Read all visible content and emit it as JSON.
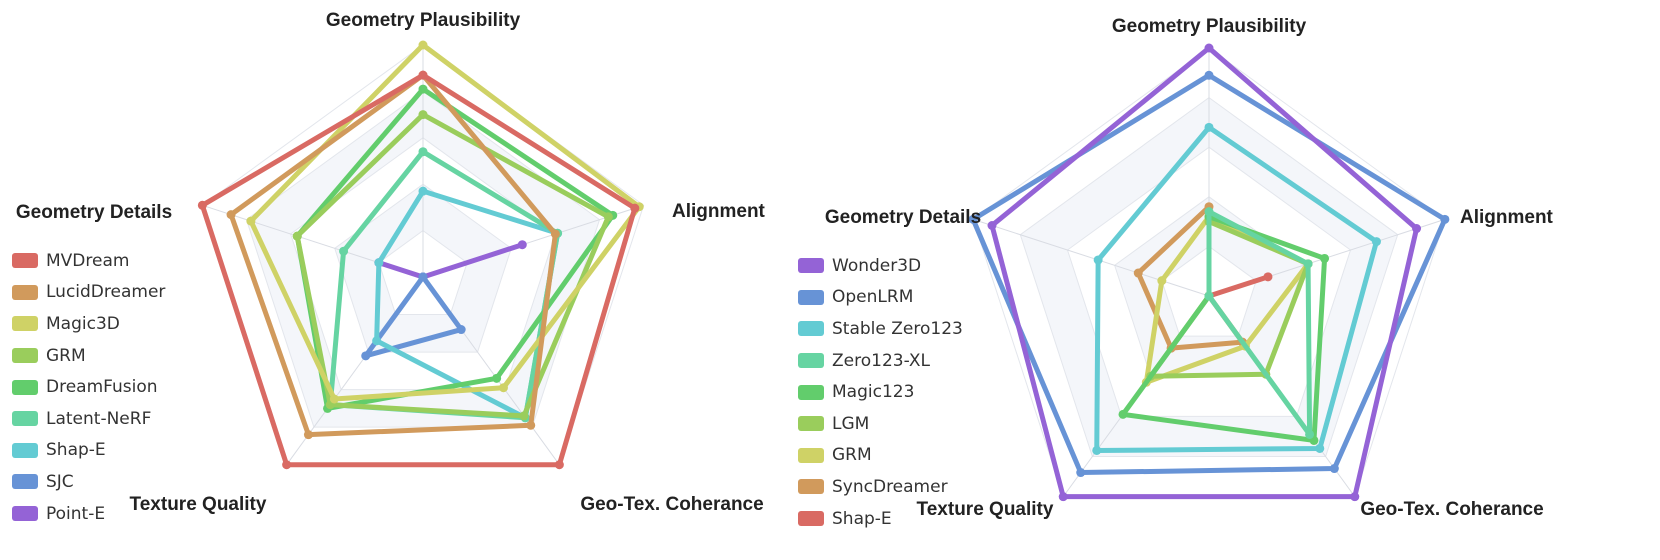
{
  "chart_data": [
    {
      "type": "radar",
      "axes": [
        "Geometry Plausibility",
        "Alignment",
        "Geo-Tex. Coherance",
        "Texture Quality",
        "Geometry Details"
      ],
      "rlim": [
        0,
        100
      ],
      "grid": true,
      "legend_position": "left",
      "series": [
        {
          "name": "MVDream",
          "color": "#d96a63",
          "values": [
            87,
            96,
            100,
            100,
            100
          ]
        },
        {
          "name": "LucidDreamer",
          "color": "#d19a5c",
          "values": [
            87,
            60,
            79,
            84,
            87
          ]
        },
        {
          "name": "Magic3D",
          "color": "#cfd266",
          "values": [
            100,
            98,
            59,
            65,
            78
          ]
        },
        {
          "name": "GRM",
          "color": "#9acd5c",
          "values": [
            70,
            84,
            74,
            68,
            57
          ]
        },
        {
          "name": "DreamFusion",
          "color": "#62cd6c",
          "values": [
            81,
            86,
            54,
            70,
            57
          ]
        },
        {
          "name": "Latent-NeRF",
          "color": "#66d4a2",
          "values": [
            54,
            61,
            75,
            68,
            36
          ]
        },
        {
          "name": "Shap-E",
          "color": "#63cbd3",
          "values": [
            37,
            61,
            75,
            34,
            20
          ]
        },
        {
          "name": "SJC",
          "color": "#6793d6",
          "values": [
            0,
            0,
            28,
            42,
            0
          ]
        },
        {
          "name": "Point-E",
          "color": "#9463d6",
          "values": [
            0,
            45,
            0,
            0,
            20
          ]
        }
      ]
    },
    {
      "type": "radar",
      "axes": [
        "Geometry Plausibility",
        "Alignment",
        "Geo-Tex. Coherance",
        "Texture Quality",
        "Geometry Details"
      ],
      "rlim": [
        0,
        100
      ],
      "grid": true,
      "legend_position": "left",
      "series": [
        {
          "name": "Wonder3D",
          "color": "#9463d6",
          "values": [
            100,
            88,
            100,
            100,
            92
          ]
        },
        {
          "name": "OpenLRM",
          "color": "#6793d6",
          "values": [
            89,
            100,
            86,
            88,
            100
          ]
        },
        {
          "name": "Stable Zero123",
          "color": "#63cbd3",
          "values": [
            68,
            71,
            76,
            77,
            47
          ]
        },
        {
          "name": "Zero123-XL",
          "color": "#66d4a2",
          "values": [
            34,
            42,
            69,
            0,
            0
          ]
        },
        {
          "name": "Magic123",
          "color": "#62cd6c",
          "values": [
            32,
            49,
            72,
            59,
            0
          ]
        },
        {
          "name": "LGM",
          "color": "#9acd5c",
          "values": [
            30,
            42,
            39,
            40,
            0
          ]
        },
        {
          "name": "GRM",
          "color": "#cfd266",
          "values": [
            32,
            42,
            25,
            43,
            20
          ]
        },
        {
          "name": "SyncDreamer",
          "color": "#d19a5c",
          "values": [
            36,
            0,
            23,
            26,
            30
          ]
        },
        {
          "name": "Shap-E",
          "color": "#d96a63",
          "values": [
            0,
            25,
            0,
            0,
            0
          ]
        }
      ]
    }
  ]
}
